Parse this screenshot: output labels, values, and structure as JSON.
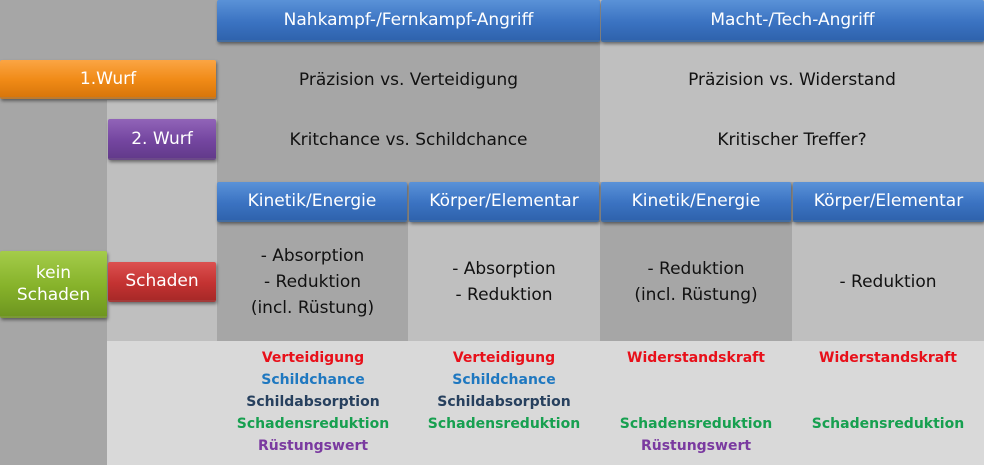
{
  "headers": {
    "melee": "Nahkampf-/Fernkampf-Angriff",
    "force": "Macht-/Tech-Angriff"
  },
  "rolls": {
    "first": {
      "label": "1.Wurf",
      "melee": "Präzision vs. Verteidigung",
      "force": "Präzision vs. Widerstand"
    },
    "second": {
      "label": "2. Wurf",
      "melee": "Kritchance vs. Schildchance",
      "force": "Kritischer Treffer?"
    }
  },
  "damage_types": [
    "Kinetik/Energie",
    "Körper/Elementar",
    "Kinetik/Energie",
    "Körper/Elementar"
  ],
  "outcomes": {
    "no_damage": "kein Schaden",
    "damage": "Schaden"
  },
  "mitigation": [
    [
      "- Absorption",
      "- Reduktion",
      "(incl. Rüstung)"
    ],
    [
      "- Absorption",
      "- Reduktion"
    ],
    [
      "- Reduktion",
      "(incl. Rüstung)"
    ],
    [
      "- Reduktion"
    ]
  ],
  "stats": [
    [
      "Verteidigung",
      "Schildchance",
      "Schildabsorption",
      "Schadensreduktion",
      "Rüstungswert"
    ],
    [
      "Verteidigung",
      "Schildchance",
      "Schildabsorption",
      "Schadensreduktion",
      ""
    ],
    [
      "Widerstandskraft",
      "",
      "",
      "Schadensreduktion",
      "Rüstungswert"
    ],
    [
      "Widerstandskraft",
      "",
      "",
      "Schadensreduktion",
      ""
    ]
  ],
  "stat_colors": [
    "#e8101a",
    "#1f78c0",
    "#27405e",
    "#17a050",
    "#7a3aa0"
  ]
}
